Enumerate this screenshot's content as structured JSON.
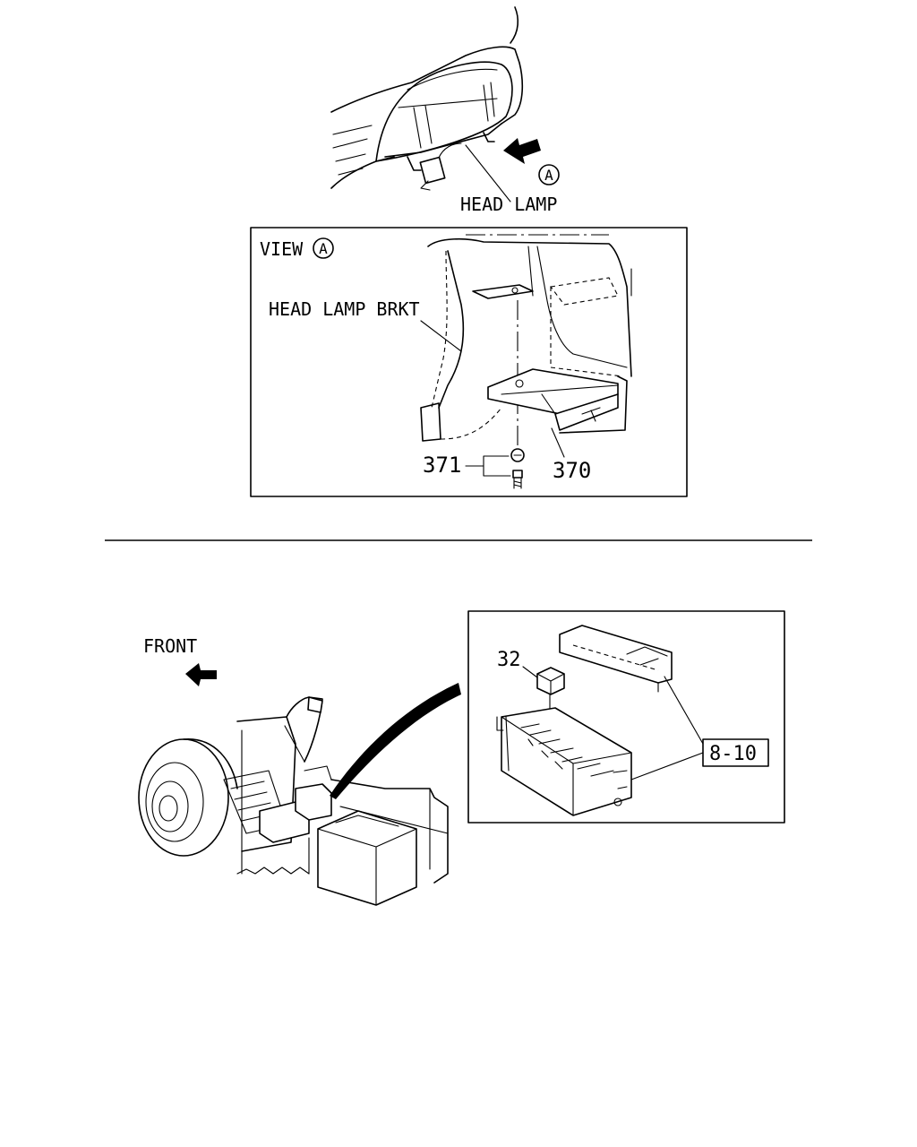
{
  "top_section": {
    "head_lamp_label": "HEAD LAMP",
    "view_marker": "A",
    "view_label": "VIEW",
    "bracket_label": "HEAD LAMP BRKT",
    "part_371": "371",
    "part_370": "370"
  },
  "bottom_section": {
    "front_label": "FRONT",
    "part_32": "32",
    "part_8_10": "8-10"
  }
}
